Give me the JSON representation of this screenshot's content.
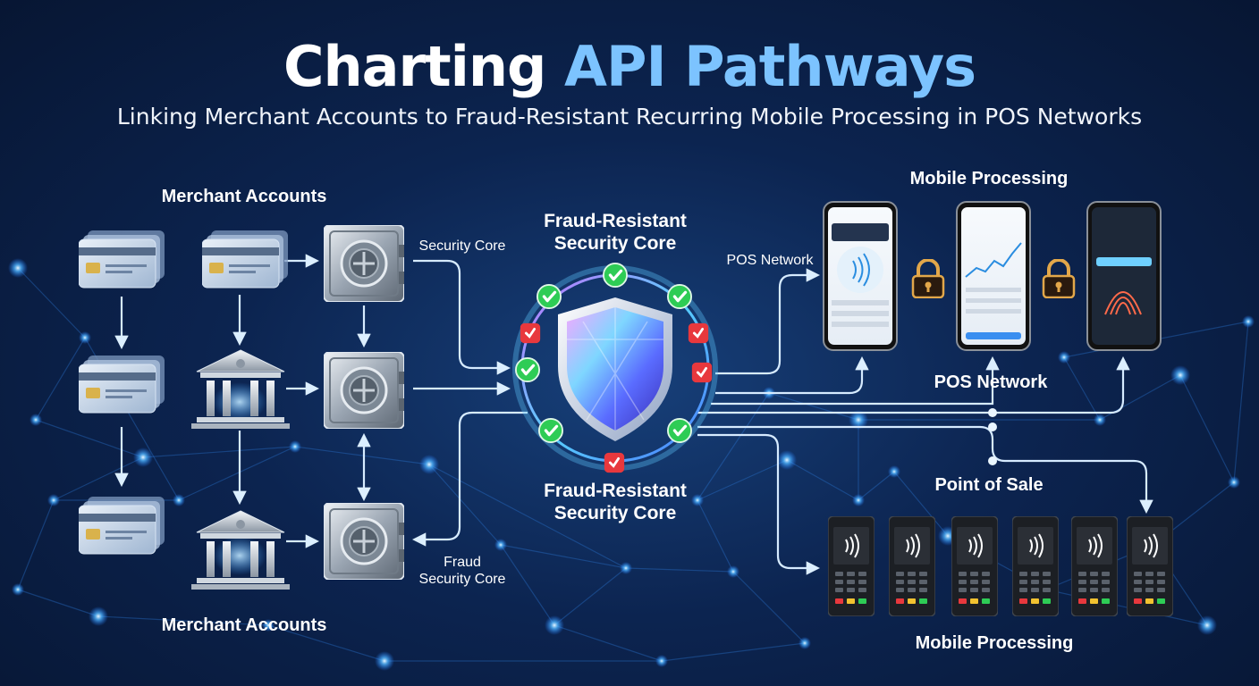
{
  "title": {
    "part1": "Charting",
    "part2": "API Pathways"
  },
  "subtitle": "Linking Merchant Accounts to Fraud-Resistant Recurring Mobile Processing in POS Networks",
  "labels": {
    "merchant_accounts_top": "Merchant Accounts",
    "merchant_accounts_bottom": "Merchant Accounts",
    "security_core": "Security Core",
    "fraud_security_core_1": "Fraud",
    "fraud_security_core_2": "Security Core",
    "fraud_resistant_top_1": "Fraud-Resistant",
    "fraud_resistant_top_2": "Security Core",
    "fraud_resistant_bottom_1": "Fraud-Resistant",
    "fraud_resistant_bottom_2": "Security Core",
    "pos_network_small": "POS Network",
    "pos_network_large": "POS Network",
    "mobile_processing_top": "Mobile Processing",
    "mobile_processing_bottom": "Mobile Processing",
    "point_of_sale": "Point of Sale"
  },
  "colors": {
    "accent_blue": "#7cc3ff",
    "connector": "#cfe6ff",
    "check_green": "#2ecc55",
    "alert_red": "#e8383d",
    "lock_gold": "#e2a74a"
  },
  "icons": {
    "cards": "credit-card-stack-icon",
    "bank": "bank-building-icon",
    "vault": "vault-safe-icon",
    "shield": "security-shield-icon",
    "check": "check-icon",
    "alert": "alert-icon",
    "lock": "padlock-icon",
    "phone": "smartphone-icon",
    "terminal": "pos-terminal-icon"
  }
}
